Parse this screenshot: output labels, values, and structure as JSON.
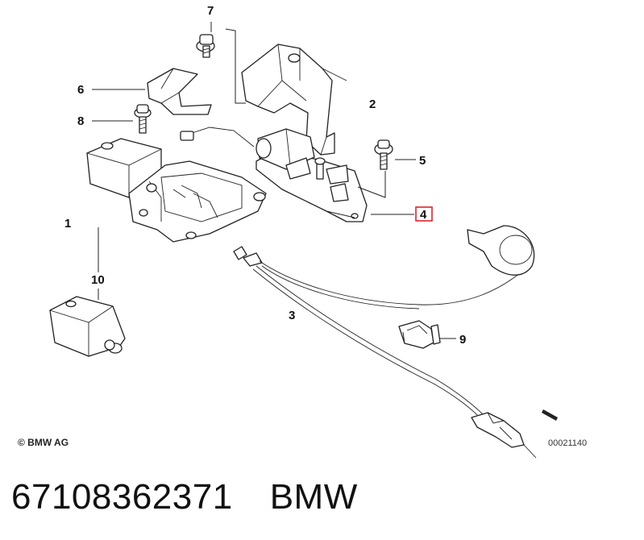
{
  "callouts": {
    "c1": "1",
    "c2": "2",
    "c3": "3",
    "c4": "4",
    "c5": "5",
    "c6": "6",
    "c7": "7",
    "c8": "8",
    "c9": "9",
    "c10": "10"
  },
  "highlighted_callout_color": "#e0252b",
  "copyright": "© BMW AG",
  "image_number": "00021140",
  "caption": {
    "part_number": "67108362371",
    "brand": "BMW"
  }
}
